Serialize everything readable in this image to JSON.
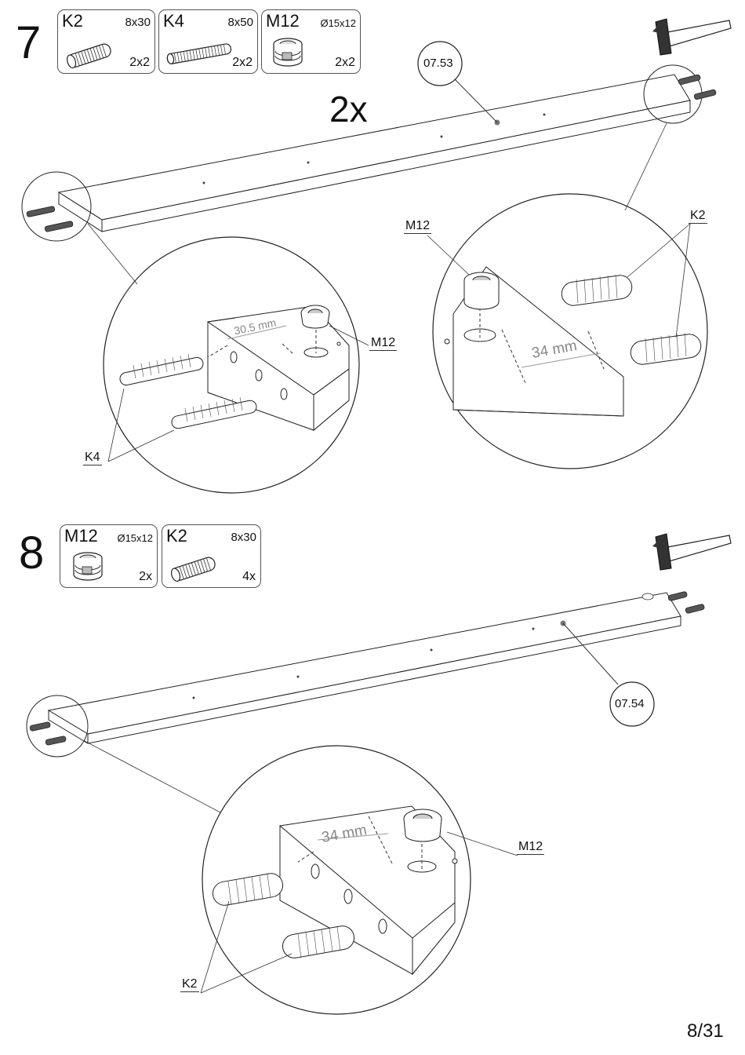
{
  "steps": [
    {
      "number": "7",
      "multiplier": "2x",
      "part_tag": "07.53",
      "parts": [
        {
          "code": "K2",
          "size": "8x30",
          "qty": "2x2",
          "icon": "dowel-short-icon"
        },
        {
          "code": "K4",
          "size": "8x50",
          "qty": "2x2",
          "icon": "dowel-long-icon"
        },
        {
          "code": "M12",
          "size": "Ø15x12",
          "qty": "2x2",
          "icon": "cam-lock-icon"
        }
      ],
      "callouts": {
        "left_m12": "M12",
        "left_k4": "K4",
        "left_dim": "30.5 mm",
        "right_m12": "M12",
        "right_k2": "K2",
        "right_dim": "34 mm"
      }
    },
    {
      "number": "8",
      "part_tag": "07.54",
      "parts": [
        {
          "code": "M12",
          "size": "Ø15x12",
          "qty": "2x",
          "icon": "cam-lock-icon"
        },
        {
          "code": "K2",
          "size": "8x30",
          "qty": "4x",
          "icon": "dowel-short-icon"
        }
      ],
      "callouts": {
        "m12": "M12",
        "k2": "K2",
        "dim": "34 mm"
      }
    }
  ],
  "tools": [
    "hammer-icon"
  ],
  "page": "8/31"
}
